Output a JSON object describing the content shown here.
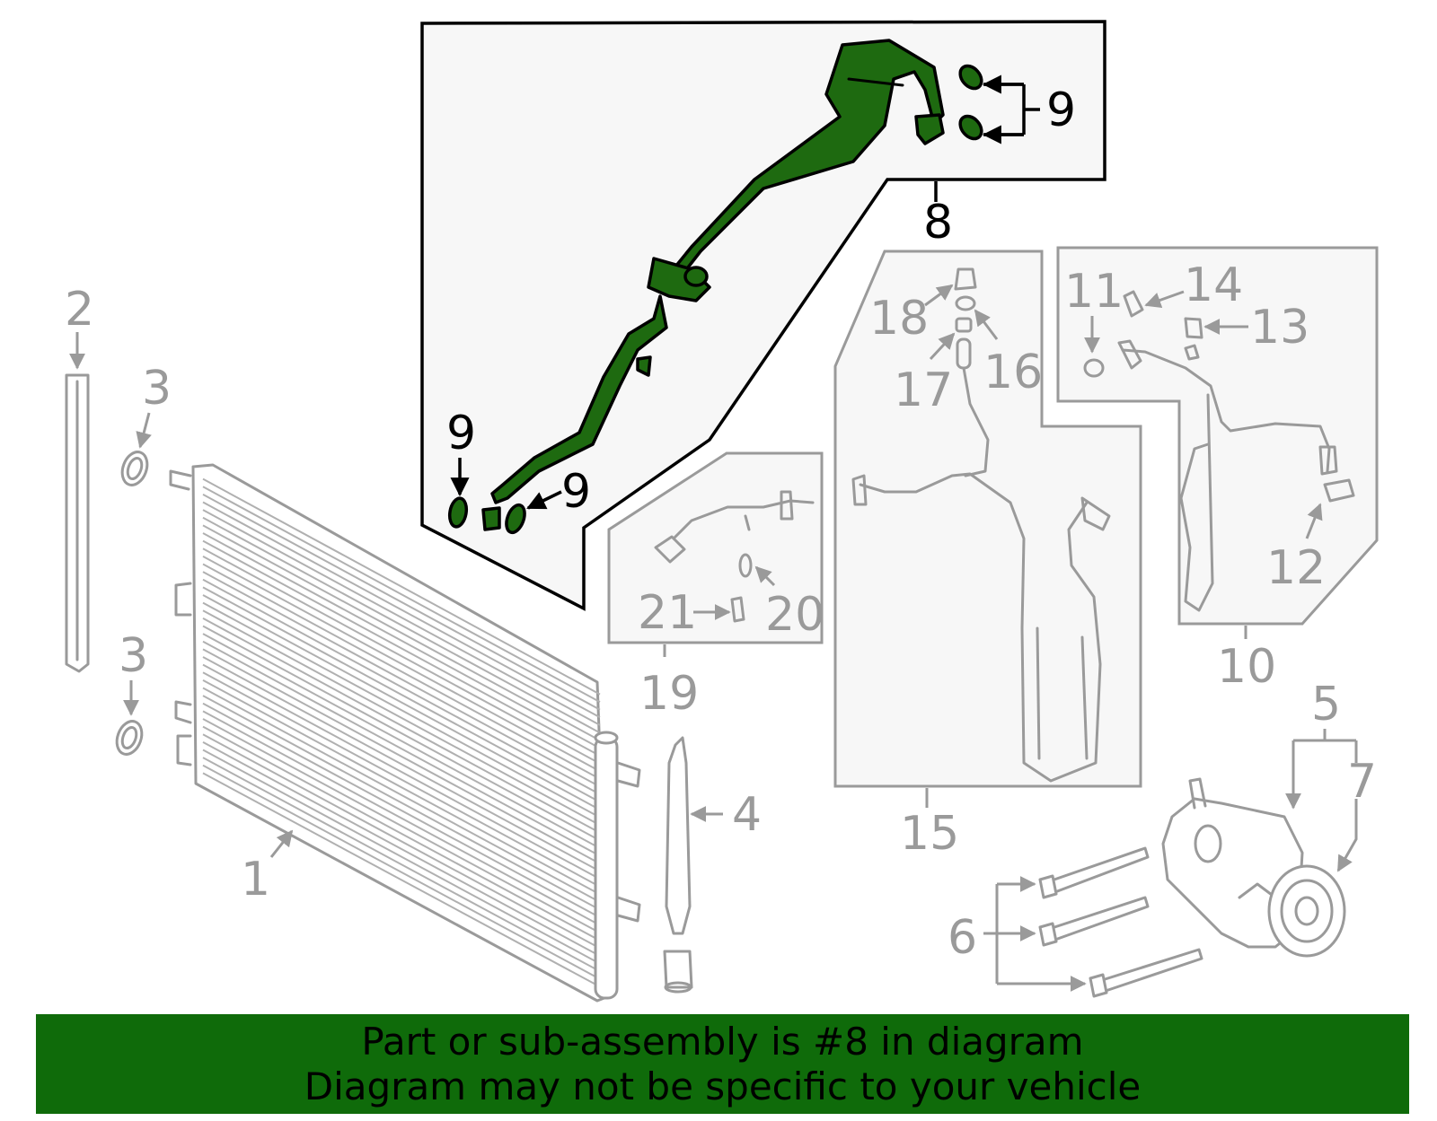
{
  "callouts": {
    "n1": "1",
    "n2": "2",
    "n3a": "3",
    "n3b": "3",
    "n4": "4",
    "n5": "5",
    "n6": "6",
    "n7": "7",
    "n8": "8",
    "n9a": "9",
    "n9b": "9",
    "n9c": "9",
    "n10": "10",
    "n11": "11",
    "n12": "12",
    "n13": "13",
    "n14": "14",
    "n15": "15",
    "n16": "16",
    "n17": "17",
    "n18": "18",
    "n19": "19",
    "n20": "20",
    "n21": "21"
  },
  "banner": {
    "line1": "Part or sub-assembly is #8 in diagram",
    "line2": "Diagram may not be specific to your vehicle"
  },
  "colors": {
    "highlight": "#1e6a10",
    "banner": "#0f6b0a",
    "parts": "#9a9a9a"
  }
}
